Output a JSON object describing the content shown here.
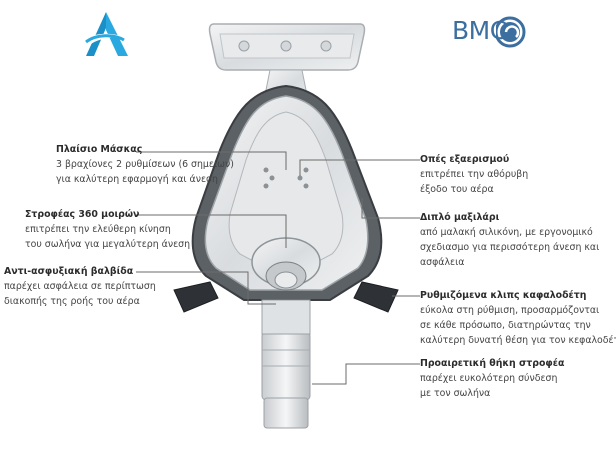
{
  "brand": {
    "name": "BMC",
    "colors": {
      "logo_cyan": "#29a9e0",
      "bmc_blue": "#3c6fa0",
      "leader_line": "#6b6b6b"
    }
  },
  "callouts": {
    "mask_frame": {
      "title": "Πλαίσιο Μάσκας",
      "lines": [
        "3 βραχίονες 2 ρυθμίσεων (6 σημείων)",
        "για καλύτερη εφαρμογή και άνεση"
      ]
    },
    "swivel": {
      "title": "Στροφέας 360 μοιρών",
      "lines": [
        "επιτρέπει την ελεύθερη κίνηση",
        "του σωλήνα για μεγαλύτερη άνεση"
      ]
    },
    "anti_asphyxia": {
      "title": "Αντι-ασφυξιακή βαλβίδα",
      "lines": [
        "παρέχει ασφάλεια σε περίπτωση",
        "διακοπής της ροής του αέρα"
      ]
    },
    "exhaust_ports": {
      "title": "Οπές εξαερισμού",
      "lines": [
        "επιτρέπει την αθόρυβη",
        "έξοδο του αέρα"
      ]
    },
    "double_cushion": {
      "title": "Διπλό μαξιλάρι",
      "lines": [
        "από μαλακή σιλικόνη, με εργονομικό",
        "σχεδιασμο για περισσότερη άνεση και",
        "ασφάλεια"
      ]
    },
    "headgear_clips": {
      "title": "Ρυθμιζόμενα κλιπς καφαλοδέτη",
      "lines": [
        "εύκολα στη ρύθμιση, προσαρμόζονται",
        "σε κάθε πρόσωπο, διατηρώντας την",
        "καλύτερη δυνατή θέση για τον κεφαλοδέτη"
      ]
    },
    "swivel_sleeve": {
      "title": "Προαιρετική θήκη στροφέα",
      "lines": [
        "παρέχει ευκολότερη σύνδεση",
        "με τον σωλήνα"
      ]
    }
  }
}
